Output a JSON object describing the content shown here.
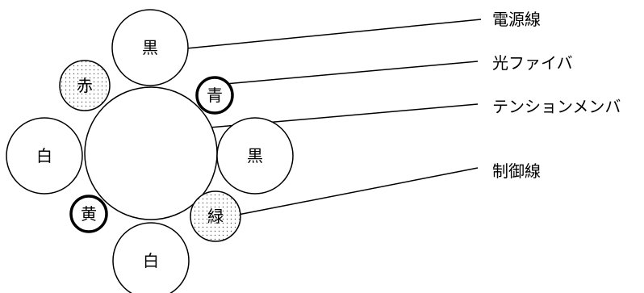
{
  "wires": {
    "top_black": "黒",
    "red": "赤",
    "blue": "青",
    "left_white": "白",
    "right_black": "黒",
    "yellow": "黄",
    "green": "緑",
    "bottom_white": "白"
  },
  "callouts": {
    "power_line": "電源線",
    "optical_fiber": "光ファイバ",
    "tension_member": "テンションメンバ",
    "control_line": "制御線"
  }
}
